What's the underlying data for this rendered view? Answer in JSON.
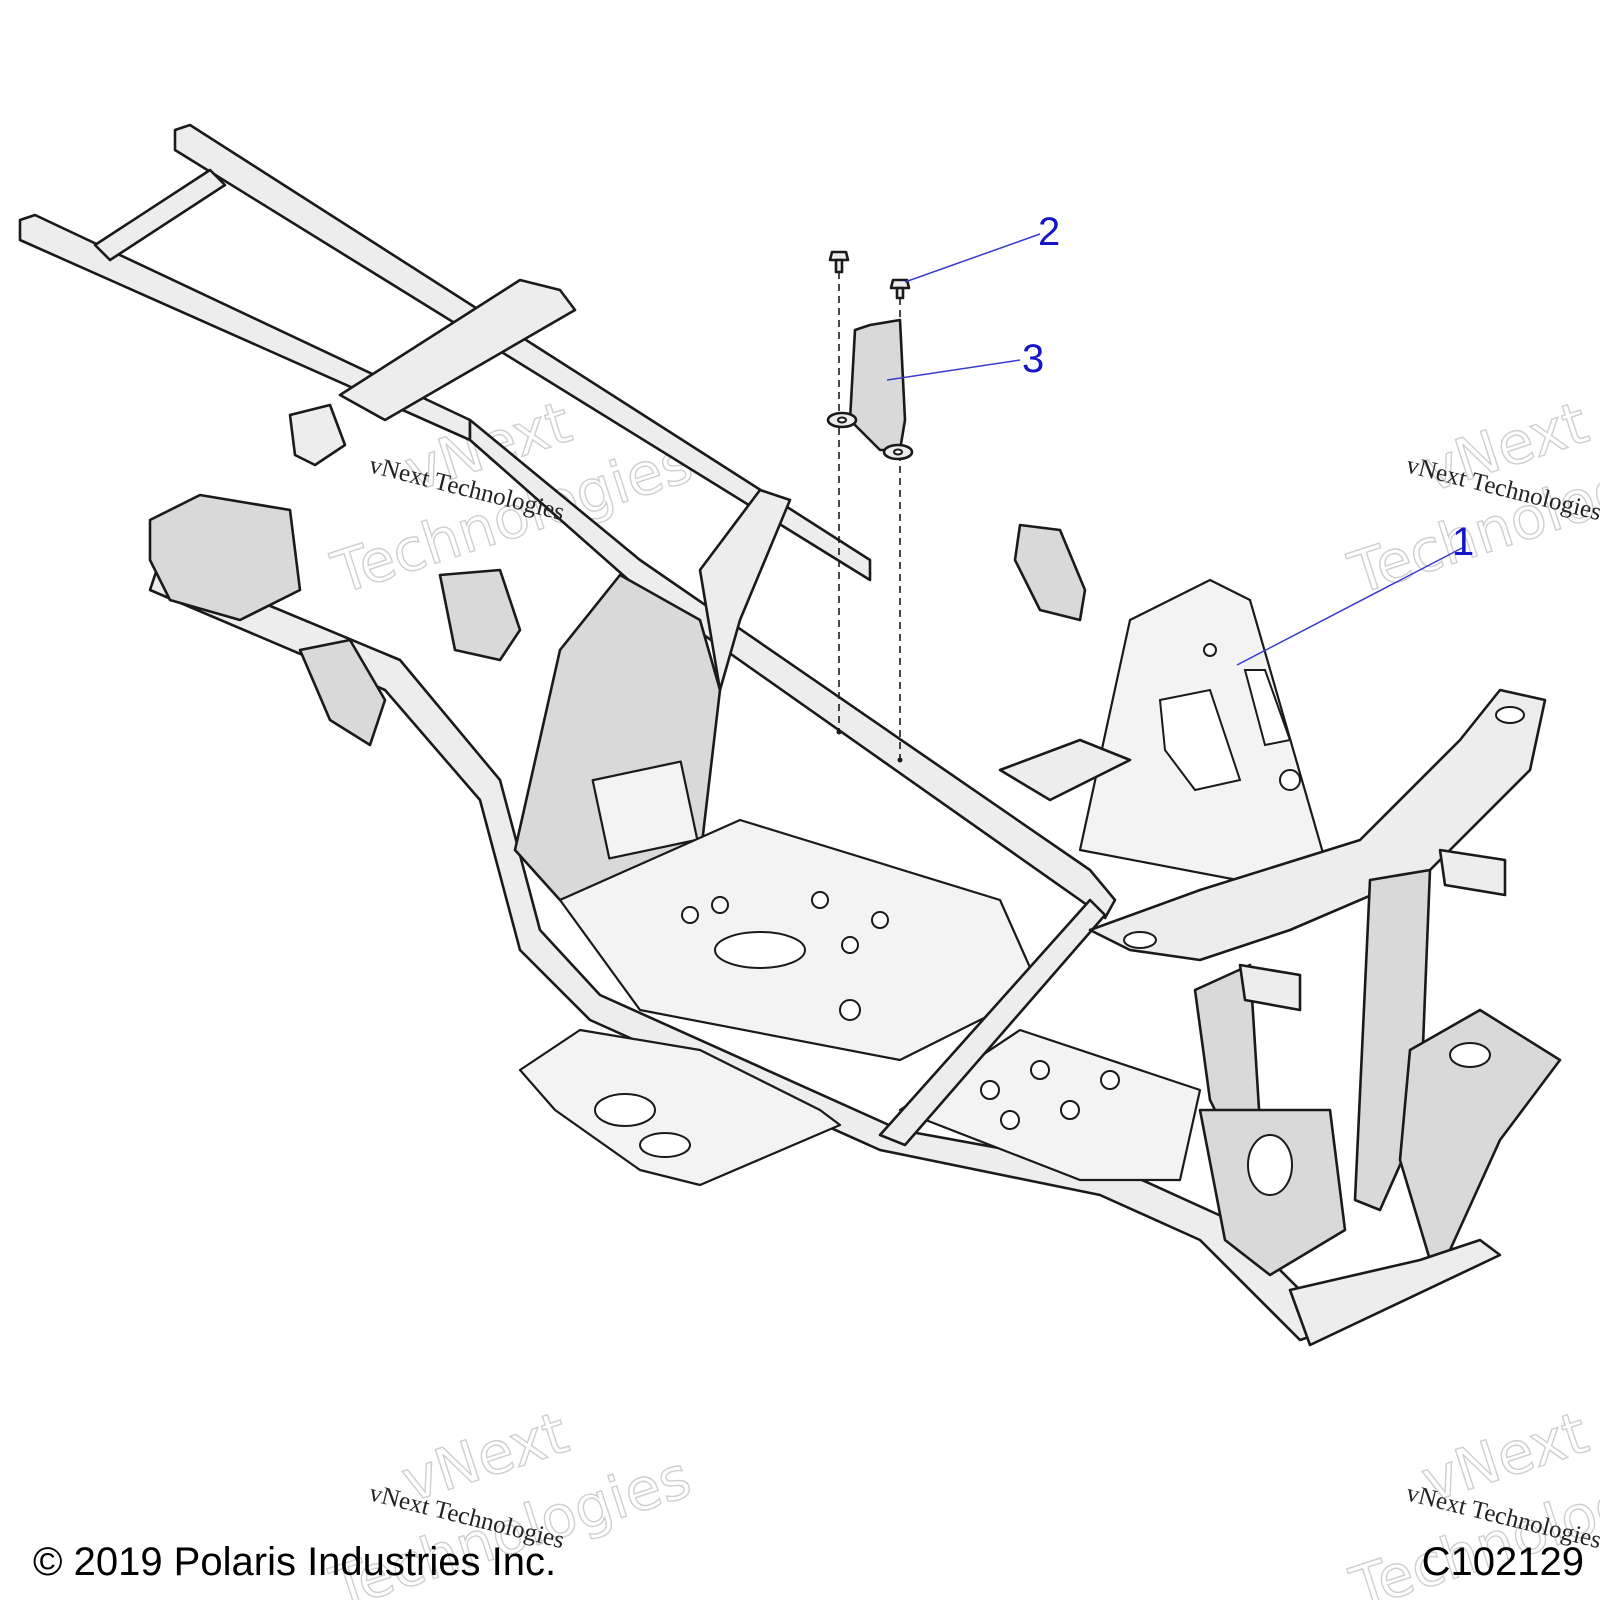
{
  "callouts": [
    {
      "id": "1",
      "label": "1"
    },
    {
      "id": "2",
      "label": "2"
    },
    {
      "id": "3",
      "label": "3"
    }
  ],
  "watermark": {
    "line_a": "vNext",
    "line_b": "Technologies",
    "caption": "vNext Technologies"
  },
  "footer": {
    "copyright": "© 2019 Polaris Industries Inc.",
    "code": "C102129"
  },
  "colors": {
    "callout": "#1414c8",
    "frame_fill": "#ededed",
    "line": "#1a1a1a"
  }
}
